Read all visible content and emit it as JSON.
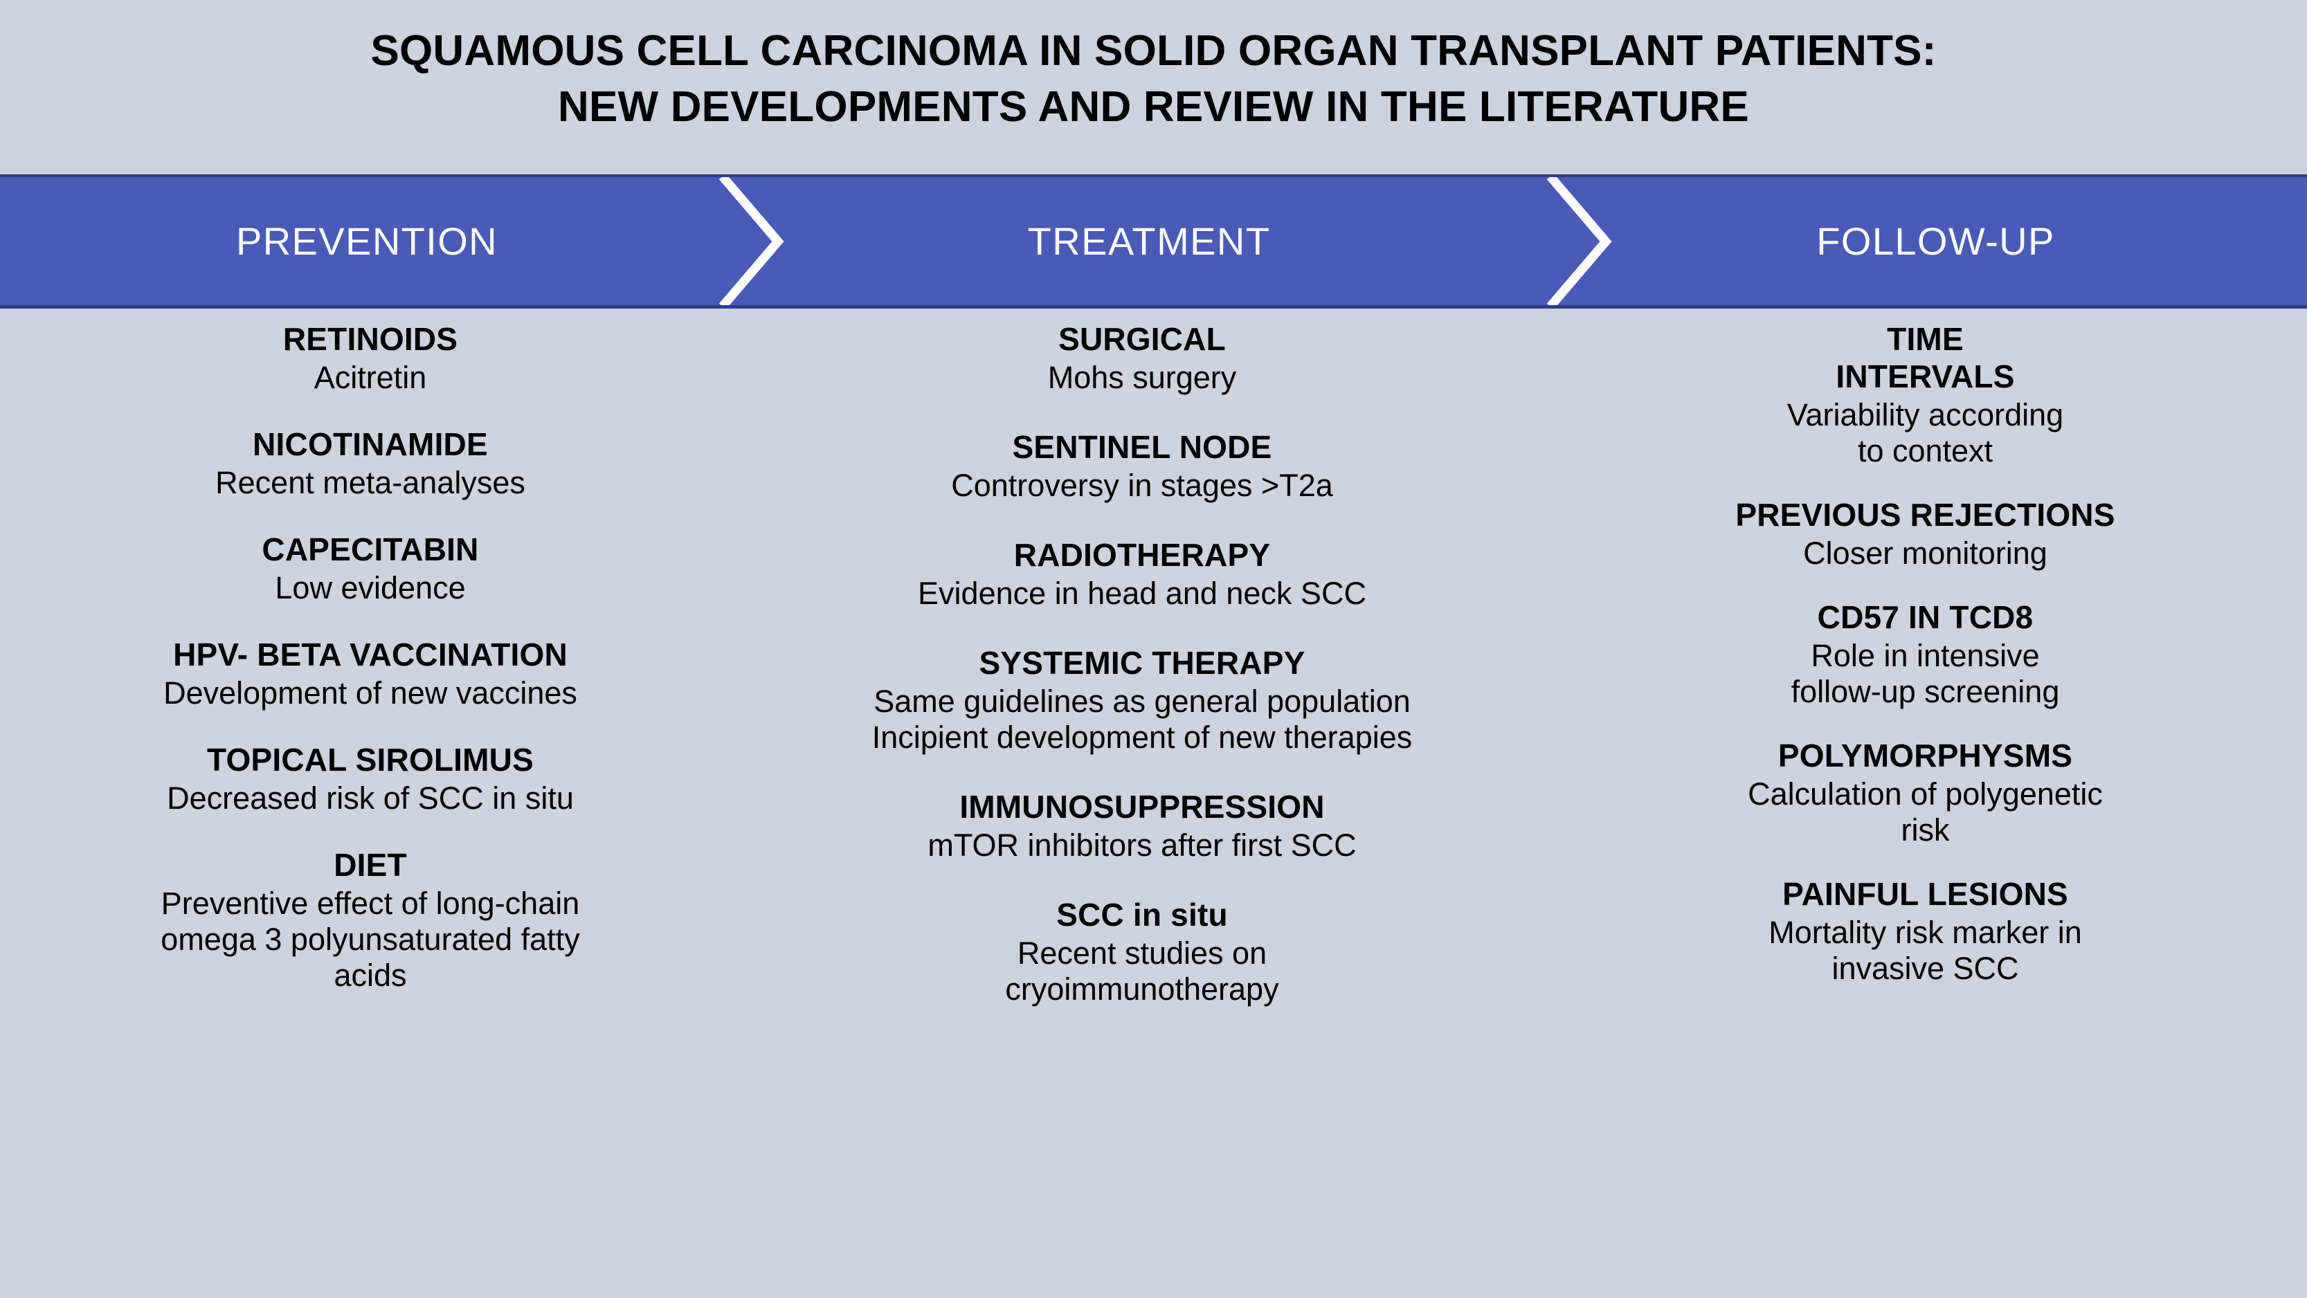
{
  "title": {
    "line1": "SQUAMOUS CELL CARCINOMA IN SOLID ORGAN TRANSPLANT PATIENTS:",
    "line2": "NEW DEVELOPMENTS AND REVIEW IN THE LITERATURE"
  },
  "colors": {
    "background": "#cdd2de",
    "band": "#4a5ab8",
    "band_border": "#2e3c8e",
    "band_text": "#ffffff",
    "text": "#000000",
    "chevron": "#ffffff"
  },
  "band": {
    "stages": [
      {
        "label": "PREVENTION"
      },
      {
        "label": "TREATMENT"
      },
      {
        "label": "FOLLOW-UP"
      }
    ],
    "dividers": [
      {
        "icon": "chevron-right-icon"
      },
      {
        "icon": "chevron-right-icon"
      }
    ]
  },
  "columns": [
    {
      "stage": "PREVENTION",
      "entries": [
        {
          "title": "RETINOIDS",
          "desc": "Acitretin"
        },
        {
          "title": "NICOTINAMIDE",
          "desc": "Recent meta-analyses"
        },
        {
          "title": "CAPECITABIN",
          "desc": "Low evidence"
        },
        {
          "title": "HPV- BETA VACCINATION",
          "desc": "Development of new vaccines"
        },
        {
          "title": "TOPICAL SIROLIMUS",
          "desc": "Decreased risk of SCC in situ"
        },
        {
          "title": "DIET",
          "desc": "Preventive effect of long-chain\nomega 3 polyunsaturated fatty\nacids"
        }
      ]
    },
    {
      "stage": "TREATMENT",
      "entries": [
        {
          "title": "SURGICAL",
          "desc": "Mohs surgery"
        },
        {
          "title": "SENTINEL NODE",
          "desc": "Controversy in stages >T2a"
        },
        {
          "title": "RADIOTHERAPY",
          "desc": "Evidence in head and neck SCC"
        },
        {
          "title": "SYSTEMIC THERAPY",
          "desc": "Same guidelines as general population\nIncipient development of new therapies"
        },
        {
          "title": "IMMUNOSUPPRESSION",
          "desc": "mTOR inhibitors after first SCC"
        },
        {
          "title": "SCC in situ",
          "desc": "Recent studies on\ncryoimmunotherapy"
        }
      ]
    },
    {
      "stage": "FOLLOW-UP",
      "entries": [
        {
          "title": "TIME\nINTERVALS",
          "desc": "Variability according\nto context"
        },
        {
          "title": "PREVIOUS REJECTIONS",
          "desc": "Closer monitoring"
        },
        {
          "title": "CD57 IN TCD8",
          "desc": "Role in intensive\nfollow-up screening"
        },
        {
          "title": "POLYMORPHYSMS",
          "desc": "Calculation of polygenetic\nrisk"
        },
        {
          "title": "PAINFUL LESIONS",
          "desc": "Mortality risk marker in\ninvasive SCC"
        }
      ]
    }
  ]
}
